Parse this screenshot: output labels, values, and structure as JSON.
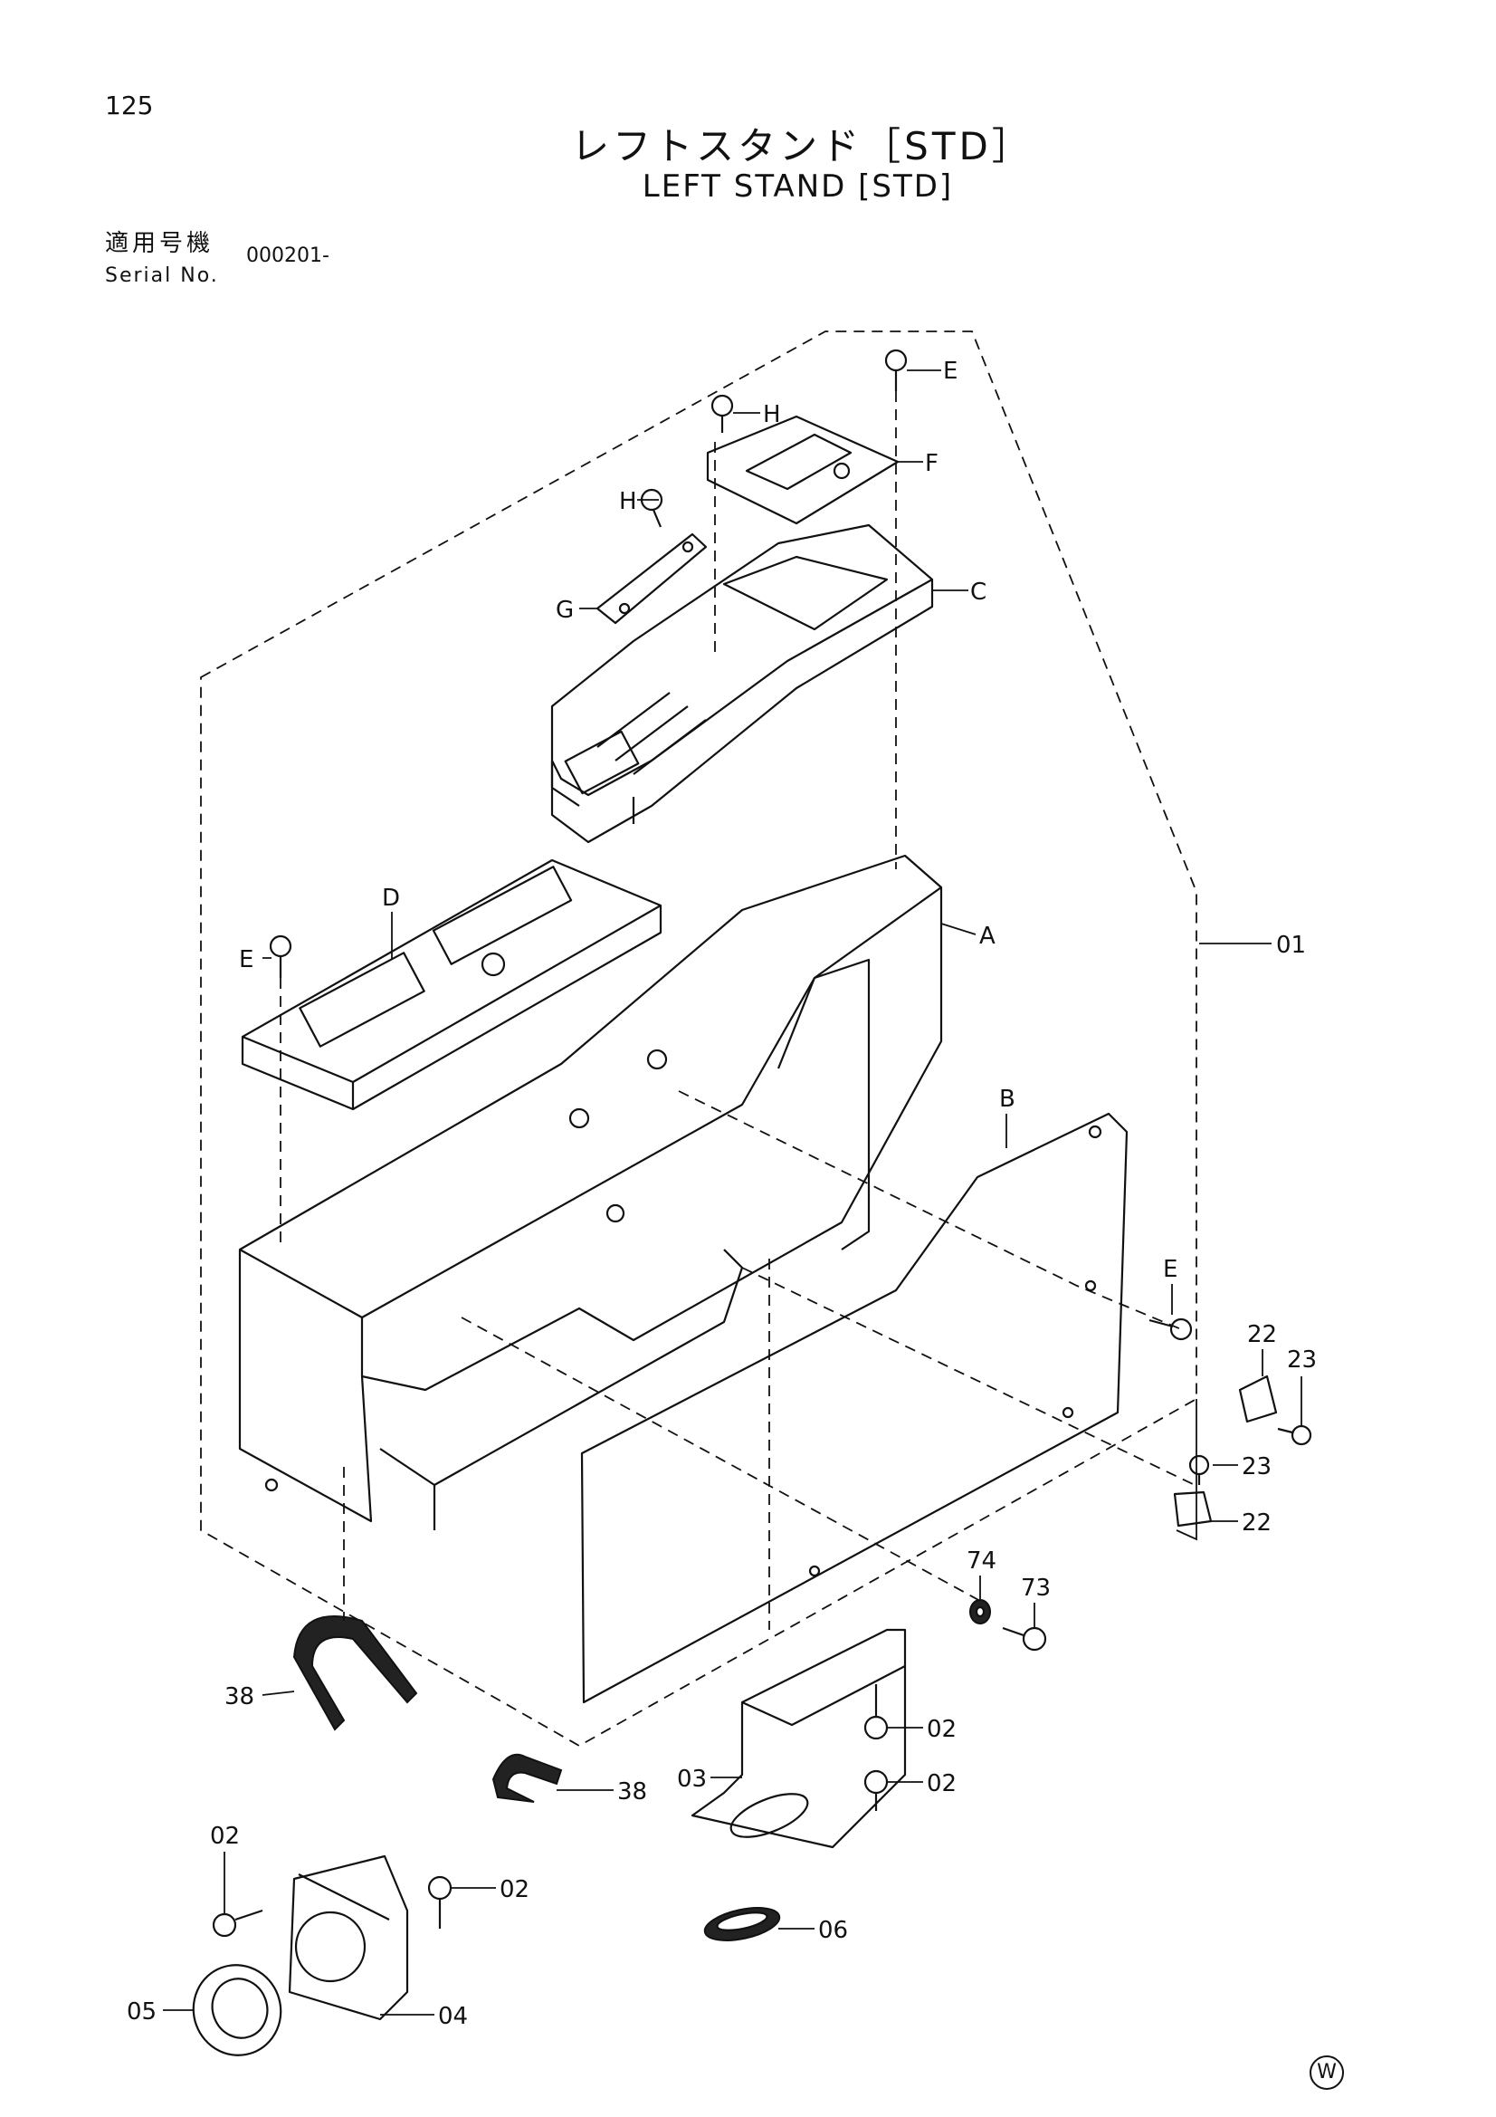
{
  "page": {
    "number": "125",
    "title_jp": "レフトスタンド［STD］",
    "title_en": "LEFT STAND [STD]",
    "serial_label_jp": "適用号機",
    "serial_label_en": "Serial No.",
    "serial_value": "000201-",
    "watermark": "W"
  },
  "labels": {
    "E_top": "E",
    "H_top": "H",
    "F": "F",
    "H_left": "H",
    "G": "G",
    "C": "C",
    "D": "D",
    "E_left": "E",
    "A": "A",
    "p01": "01",
    "B": "B",
    "E_right": "E",
    "p22_top": "22",
    "p23_top": "23",
    "p23_mid": "23",
    "p22_mid": "22",
    "p74": "74",
    "p73": "73",
    "p38_left": "38",
    "p38_center": "38",
    "p02_a": "02",
    "p03": "03",
    "p02_b": "02",
    "p02_c": "02",
    "p02_d": "02",
    "p06": "06",
    "p05": "05",
    "p04": "04"
  }
}
